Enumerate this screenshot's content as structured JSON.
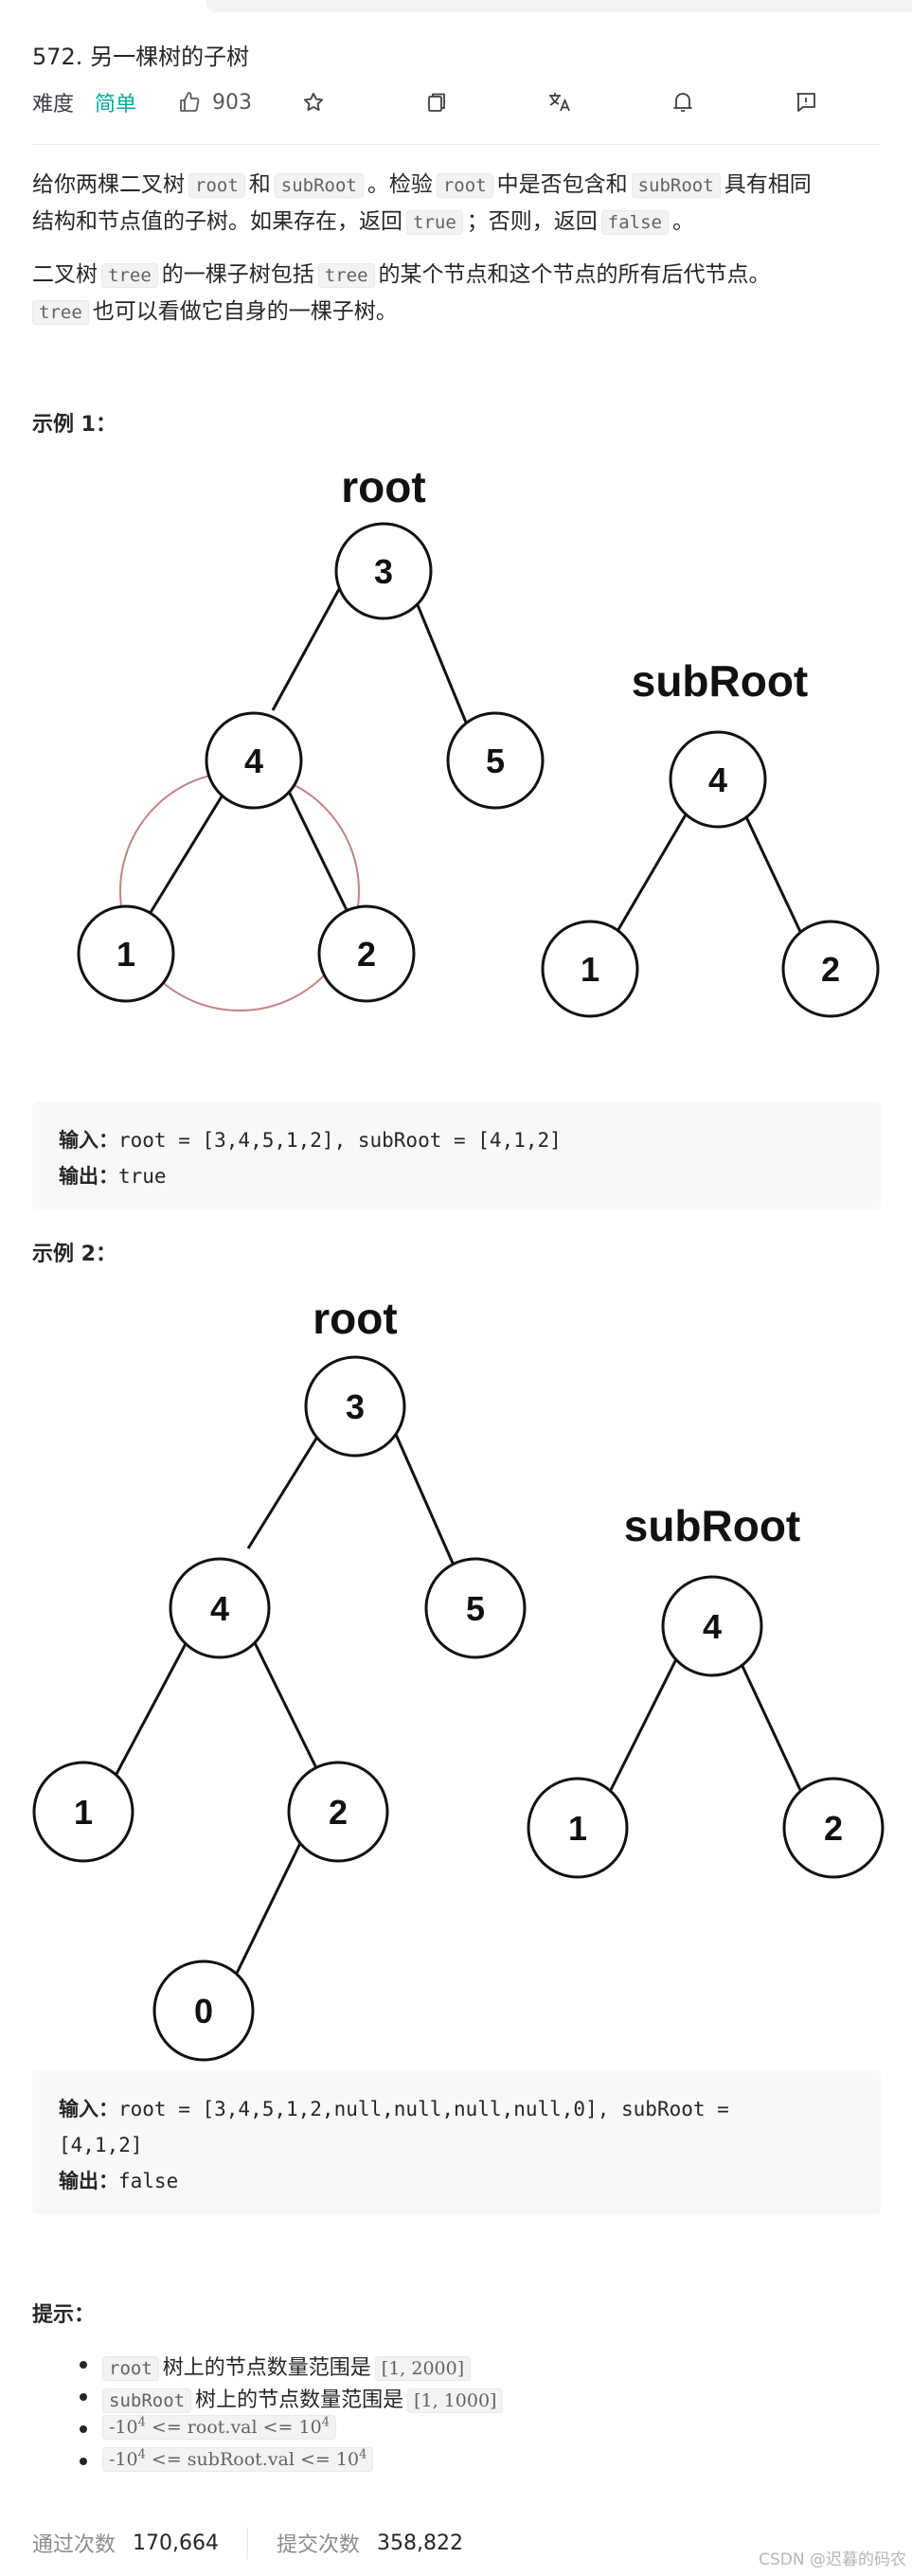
{
  "problem": {
    "title": "572. 另一棵树的子树",
    "difficulty_label": "难度",
    "difficulty": "简单",
    "likes": "903",
    "icons": [
      "thumbs-up-icon",
      "star-icon",
      "share-icon",
      "translate-icon",
      "bell-icon",
      "feedback-icon"
    ]
  },
  "description": {
    "p1_a": "给你两棵二叉树",
    "p1_code1": "root",
    "p1_b": "和",
    "p1_code2": "subRoot",
    "p1_c": "。检验",
    "p1_code3": "root",
    "p1_d": "中是否包含和",
    "p1_code4": "subRoot",
    "p1_e": "具有相同",
    "p1_f": "结构和节点值的子树。如果存在，返回",
    "p1_code5": "true",
    "p1_g": "；否则，返回",
    "p1_code6": "false",
    "p1_h": "。",
    "p2_a": "二叉树",
    "p2_code1": "tree",
    "p2_b": "的一棵子树包括",
    "p2_code2": "tree",
    "p2_c": "的某个节点和这个节点的所有后代节点。",
    "p2_code3": "tree",
    "p2_d": "也可以看做它自身的一棵子树。"
  },
  "example1": {
    "heading": "示例 1：",
    "root_title": "root",
    "sub_title": "subRoot",
    "root_nodes": [
      "3",
      "4",
      "5",
      "1",
      "2"
    ],
    "sub_nodes": [
      "4",
      "1",
      "2"
    ],
    "input_label": "输入：",
    "input": "root = [3,4,5,1,2], subRoot = [4,1,2]",
    "output_label": "输出：",
    "output": "true"
  },
  "example2": {
    "heading": "示例 2：",
    "root_title": "root",
    "sub_title": "subRoot",
    "root_nodes": [
      "3",
      "4",
      "5",
      "1",
      "2",
      "0"
    ],
    "sub_nodes": [
      "4",
      "1",
      "2"
    ],
    "input_label": "输入：",
    "input_line1": "root = [3,4,5,1,2,null,null,null,null,0], subRoot =",
    "input_line2": "[4,1,2]",
    "output_label": "输出：",
    "output": "false"
  },
  "hints": {
    "heading": "提示：",
    "h1_code": "root",
    "h1_text": "树上的节点数量范围是",
    "h1_range": "[1, 2000]",
    "h2_code": "subRoot",
    "h2_text": "树上的节点数量范围是",
    "h2_range": "[1, 1000]",
    "h3_a": "-10",
    "h3_exp1": "4",
    "h3_b": " <= root.val <= 10",
    "h3_exp2": "4",
    "h4_a": "-10",
    "h4_exp1": "4",
    "h4_b": " <= subRoot.val <= 10",
    "h4_exp2": "4"
  },
  "stats": {
    "accepted_label": "通过次数",
    "accepted": "170,664",
    "submitted_label": "提交次数",
    "submitted": "358,822"
  },
  "watermark": "CSDN @迟暮的码农"
}
